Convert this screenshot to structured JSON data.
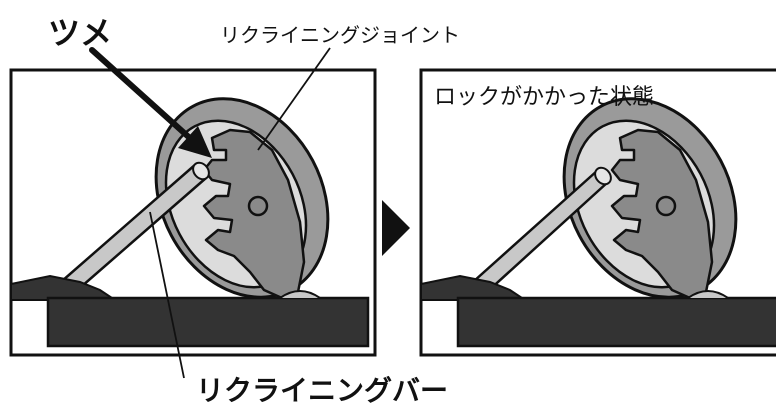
{
  "labels": {
    "tsume": "ツメ",
    "joint": "リクライニングジョイント",
    "bar": "リクライニングバー",
    "locked_state": "ロックがかかった状態"
  },
  "colors": {
    "background": "#ffffff",
    "outline": "#111111",
    "disc_ring": "#9a9a9a",
    "disc_inner": "#d9d9d9",
    "plate": "#888888",
    "bar": "#c6c6c6",
    "base": "#333333",
    "arrow": "#111111"
  },
  "icons": {
    "arrow_between_panels": "right-triangle-arrow"
  }
}
